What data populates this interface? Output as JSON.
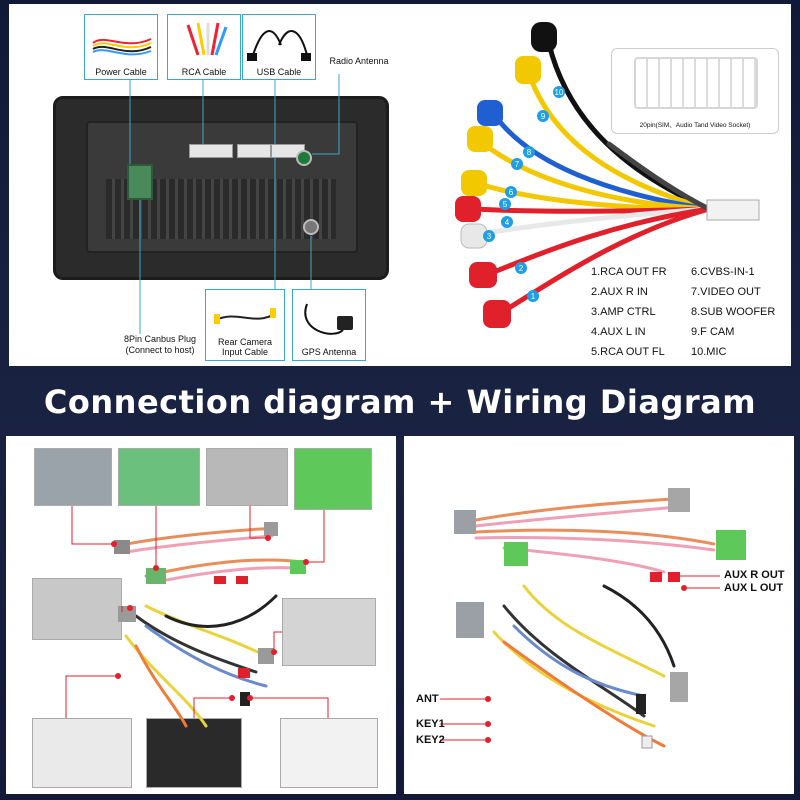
{
  "banner": {
    "title": "Connection diagram + Wiring Diagram"
  },
  "top": {
    "power_cable": "Power Cable",
    "rca_cable": "RCA Cable",
    "usb_cable": "USB Cable",
    "radio_antenna": "Radio Antenna",
    "canbus_plug_line1": "8Pin Canbus Plug",
    "canbus_plug_line2": "(Connect to host)",
    "rear_camera_line1": "Rear Camera",
    "rear_camera_line2": "Input Cable",
    "gps_antenna": "GPS Antenna",
    "socket_caption": "20pin(SIM、Audio Tand Video Socket)",
    "legend": [
      "1.RCA OUT FR",
      "6.CVBS-IN-1",
      "2.AUX R IN",
      "7.VIDEO OUT",
      "3.AMP CTRL",
      "8.SUB WOOFER",
      "4.AUX L IN",
      "9.F CAM",
      "5.RCA OUT FL",
      "10.MIC"
    ],
    "cable_numbers": [
      "1",
      "2",
      "3",
      "4",
      "5",
      "6",
      "7",
      "8",
      "9",
      "10"
    ]
  },
  "bottom_right": {
    "aux_r_out": "AUX R OUT",
    "aux_l_out": "AUX L OUT",
    "ant": "ANT",
    "key1": "KEY1",
    "key2": "KEY2"
  },
  "colors": {
    "accent_line": "#3aa9c9",
    "pointer_red": "#e0202a",
    "banner_bg": "#101a36"
  }
}
